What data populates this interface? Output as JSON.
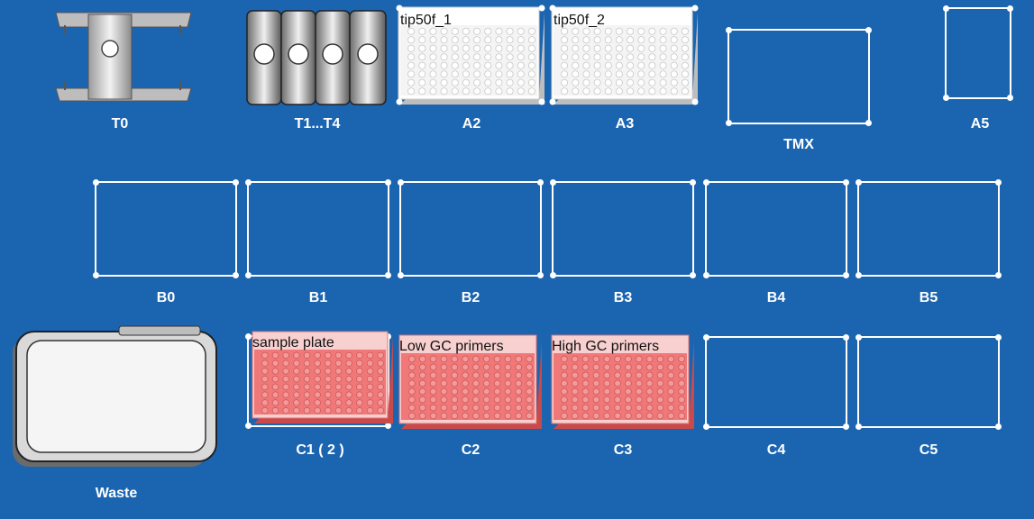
{
  "deck": {
    "row_a": {
      "t0": "T0",
      "t1_t4": "T1...T4",
      "a2": "A2",
      "a3": "A3",
      "tmx": "TMX",
      "a5": "A5"
    },
    "row_b": [
      "B0",
      "B1",
      "B2",
      "B3",
      "B4",
      "B5"
    ],
    "row_c": {
      "c1": "C1 ( 2 )",
      "c2": "C2",
      "c3": "C3",
      "c4": "C4",
      "c5": "C5",
      "waste": "Waste"
    }
  },
  "plates": {
    "a2_name": "tip50f_1",
    "a3_name": "tip50f_2",
    "c1_name": "sample plate",
    "c2_name": "Low GC primers",
    "c3_name": "High GC primers"
  },
  "colors": {
    "background": "#1b65b0",
    "frame": "#ffffff",
    "tip_rack": "#f4f4f4",
    "sample_plate": "#f07878"
  },
  "icons": {
    "t0": "thermal-holder-icon",
    "t1_t4": "thermoblock-icon",
    "waste": "waste-bin-icon",
    "tip_rack": "tip-rack-icon",
    "plate": "96-well-plate-icon"
  }
}
